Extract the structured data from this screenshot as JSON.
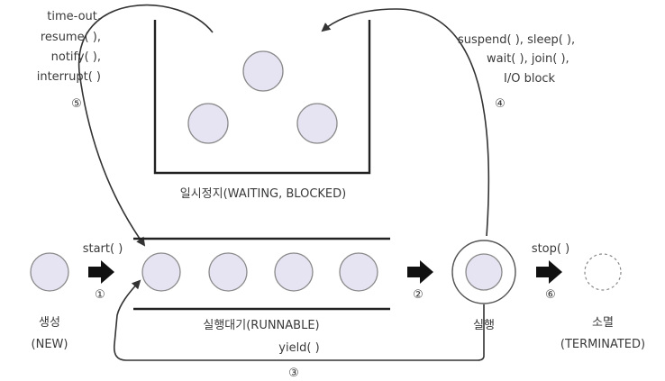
{
  "waiting": {
    "label": "일시정지(WAITING, BLOCKED)",
    "exit_methods": [
      "time-out,",
      "resume( ),",
      "notify( ),",
      "interrupt( )"
    ],
    "exit_number": "⑤",
    "enter_methods": [
      "suspend( ), sleep( ),",
      "wait( ), join( ),",
      "I/O block"
    ],
    "enter_number": "④"
  },
  "new_state": {
    "label": "생성",
    "sublabel": "(NEW)"
  },
  "start": {
    "method": "start( )",
    "number": "①"
  },
  "runnable": {
    "label": "실행대기(RUNNABLE)"
  },
  "dispatch": {
    "number": "②"
  },
  "running": {
    "label": "실행"
  },
  "yield": {
    "method": "yield( )",
    "number": "③"
  },
  "stop": {
    "method": "stop( )",
    "number": "⑥"
  },
  "terminated": {
    "label": "소멸",
    "sublabel": "(TERMINATED)"
  }
}
